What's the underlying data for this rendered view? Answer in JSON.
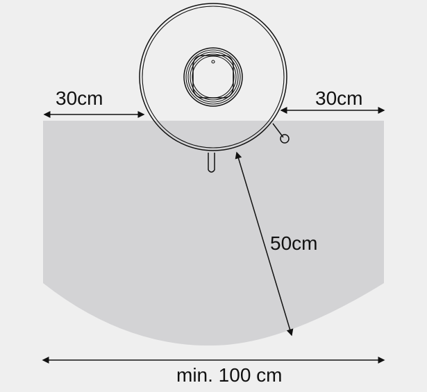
{
  "diagram": {
    "labels": {
      "left_side": "30cm",
      "right_side": "30cm",
      "front_radius": "50cm",
      "width": "min. 100 cm"
    },
    "colors": {
      "background": "#efefef",
      "clearance_area": "#d3d3d5",
      "line": "#111111",
      "device_fill": "#ffffff"
    }
  }
}
